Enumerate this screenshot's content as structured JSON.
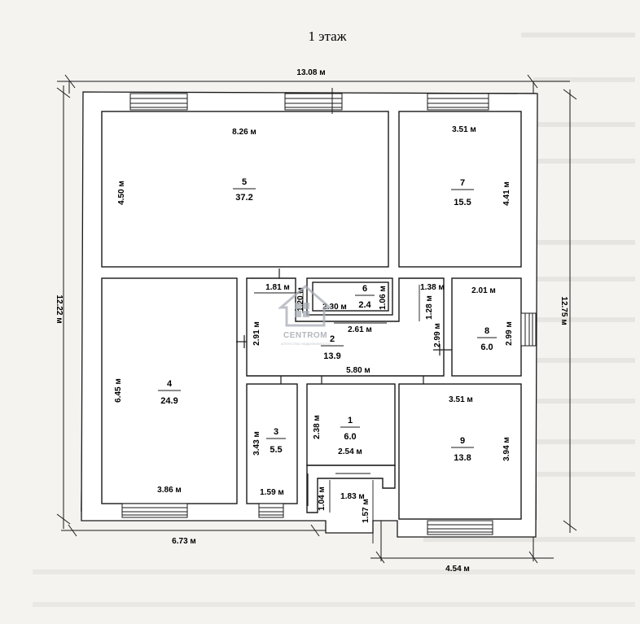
{
  "title": "1 этаж",
  "watermark": {
    "brand": "CENTROM",
    "tagline": "АГЕНТСТВО НЕДВИЖИМОСТИ",
    "brand_color": "#9aa0a8"
  },
  "overall_dimensions": {
    "top": "13.08 м",
    "left": "12.22 м",
    "right": "12.75 м",
    "bottom_left": "6.73 м",
    "bottom_right": "4.54 м"
  },
  "rooms": [
    {
      "number": "5",
      "area": "37.2",
      "width": "8.26 м",
      "height": "4.50 м"
    },
    {
      "number": "7",
      "area": "15.5",
      "width": "3.51 м",
      "height": "4.41 м"
    },
    {
      "number": "4",
      "area": "24.9",
      "width": "3.86 м",
      "height": "6.45 м"
    },
    {
      "number": "2",
      "area": "13.9",
      "width": "5.80 м",
      "height": "2.91 м",
      "extra": [
        "1.81 м",
        "2.61 м",
        "1.20 м"
      ]
    },
    {
      "number": "6",
      "area": "2.4",
      "width": "2.30 м",
      "height": "1.06 м"
    },
    {
      "number": "8",
      "area": "6.0",
      "width": "2.01 м",
      "height": "2.99 м",
      "extra": [
        "1.38 м",
        "1.28 м",
        "2.99 м"
      ]
    },
    {
      "number": "3",
      "area": "5.5",
      "width": "1.59 м",
      "height": "3.43 м"
    },
    {
      "number": "1",
      "area": "6.0",
      "width": "2.54 м",
      "height": "2.38 м"
    },
    {
      "number": "9",
      "area": "13.8",
      "width": "3.51 м",
      "height": "3.94 м"
    }
  ],
  "porch": {
    "width": "1.83 м",
    "left": "1.04 м",
    "right": "1.57 м"
  }
}
